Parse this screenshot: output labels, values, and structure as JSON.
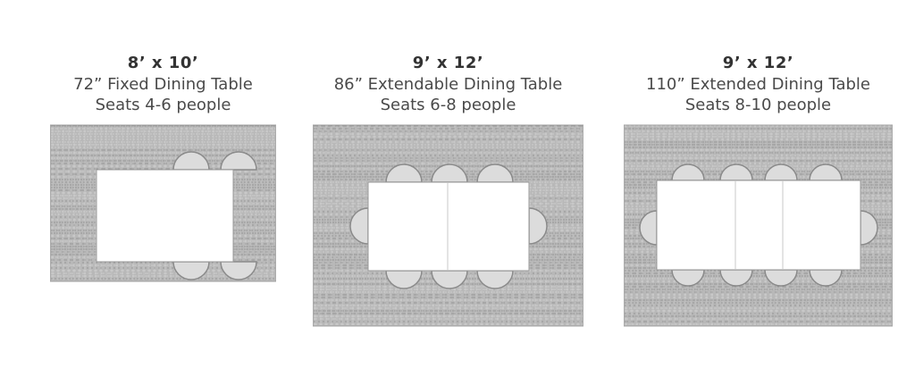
{
  "layouts": [
    {
      "rug_size": "8’ x 10’",
      "table": "72” Fixed Dining Table",
      "seats": "Seats 4-6 people"
    },
    {
      "rug_size": "9’ x 12’",
      "table": "86” Extendable Dining Table",
      "seats": "Seats 6-8 people"
    },
    {
      "rug_size": "9’ x 12’",
      "table": "110” Extended Dining Table",
      "seats": "Seats 8-10 people"
    }
  ],
  "colors": {
    "rug_base": "#b8b8b8",
    "rug_stripe_dark": "#8e8e8e",
    "rug_stripe_light": "#d2d2d2",
    "table_fill": "#ffffff",
    "chair_fill": "#dcdcdc",
    "chair_stroke": "#8a8a8a"
  }
}
